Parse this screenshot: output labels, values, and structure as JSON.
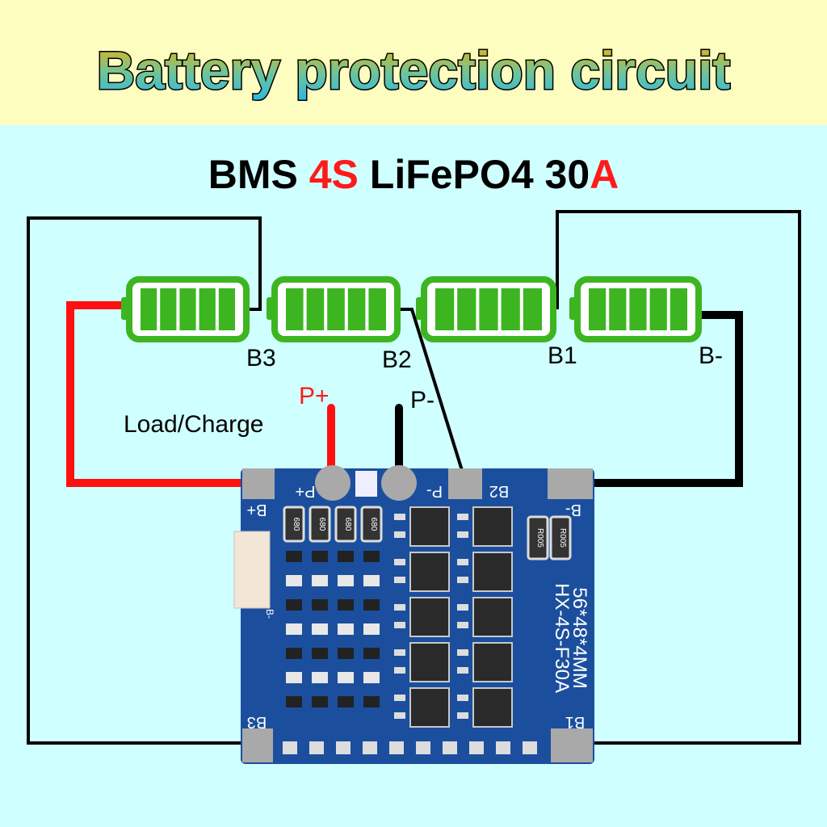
{
  "title": "Battery protection circuit",
  "subtitle": {
    "part1": "BMS ",
    "part2": "4S",
    "part3": " LiFePO4 30",
    "part4": "A"
  },
  "colors": {
    "title_band": "#fdfdc0",
    "background": "#d0ffff",
    "battery_green": "#3cb521",
    "positive_wire": "#ff1010",
    "negative_wire": "#000000",
    "pcb_blue": "#1b4f9e",
    "highlight_red": "#ff1a1a"
  },
  "labels": {
    "b3": "B3",
    "b2": "B2",
    "b1": "B1",
    "bminus": "B-",
    "pplus": "P+",
    "pminus": "P-",
    "load": "Load/Charge"
  },
  "pcb": {
    "pads": {
      "pplus": "P+",
      "pminus": "P-",
      "b2": "B2",
      "bminus": "B-",
      "bplus": "B+",
      "b3": "B3",
      "b1": "B1",
      "b0": "B-"
    },
    "model": "HX-4S-F30A",
    "size": "56*48*4MM",
    "resistor": "680",
    "shunt": "R005"
  }
}
